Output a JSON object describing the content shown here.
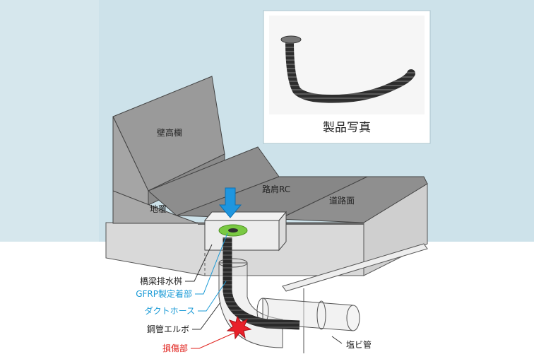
{
  "labels": {
    "parapet": "壁高欄",
    "ground_cover": "地覆",
    "shoulder_rc": "路肩RC",
    "road_surface": "道路面",
    "bridge_drain_basin": "橋梁排水桝",
    "gfrp_part": "GFRP製定着部",
    "duct_hose": "ダクトホース",
    "steel_elbow": "鋼管エルボ",
    "damaged_part": "損傷部",
    "pvc_pipe": "塩ビ管"
  },
  "photo": {
    "caption": "製品写真"
  },
  "colors": {
    "sky": "#cde2ea",
    "ground": "#ffffff",
    "concrete_top": "#8f8f8f",
    "concrete_front": "#b4b4b4",
    "deck_side": "#d6d6d6",
    "hose": "#3a3a3a",
    "arrow": "#1e96e0",
    "gfrp": "#7ac943",
    "damage": "#e8202a",
    "label_blue": "#1a9ad6",
    "label_red": "#e0201b"
  }
}
